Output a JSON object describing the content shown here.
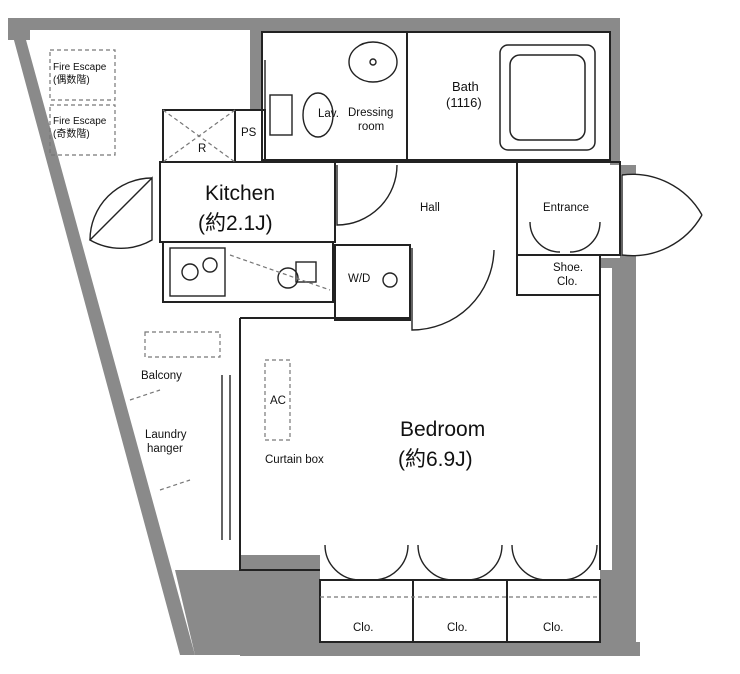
{
  "rooms": {
    "kitchen": {
      "name": "Kitchen",
      "size": "(約2.1J)"
    },
    "bedroom": {
      "name": "Bedroom",
      "size": "(約6.9J)"
    },
    "bath": {
      "name": "Bath",
      "size": "(1116)"
    },
    "hall": "Hall",
    "entrance": "Entrance",
    "dressing_room": [
      "Dressing",
      "room"
    ],
    "lavatory": "Lav.",
    "washer_dryer": "W/D",
    "shoe_closet": [
      "Shoe.",
      "Clo."
    ],
    "refrigerator": "R",
    "pipe_space": "PS",
    "balcony": "Balcony",
    "laundry_hanger": [
      "Laundry",
      "hanger"
    ],
    "air_conditioner": "AC",
    "curtain_box": "Curtain box",
    "closets": [
      "Clo.",
      "Clo.",
      "Clo."
    ]
  },
  "fire_escapes": [
    {
      "label": "Fire Escape",
      "sub": "(偶数階)"
    },
    {
      "label": "Fire Escape",
      "sub": "(奇数階)"
    }
  ],
  "colors": {
    "wall": "#8a8a8a",
    "line": "#222222",
    "dash": "#777777",
    "background": "#ffffff"
  }
}
